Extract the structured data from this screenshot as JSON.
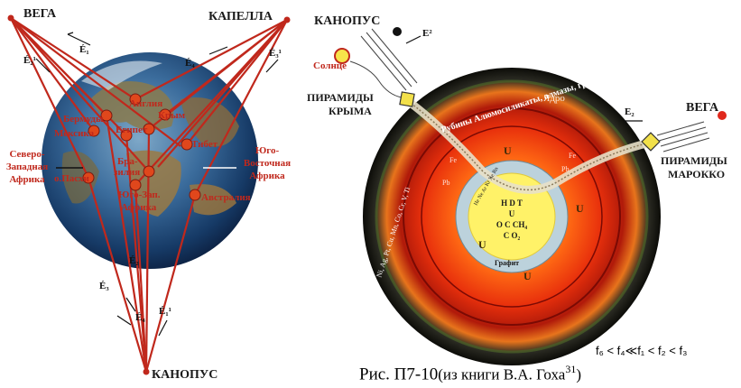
{
  "left": {
    "stars": {
      "vega": "ВЕГА",
      "capella": "КАПЕЛЛА",
      "canopus": "КАНОПУС"
    },
    "arrows": {
      "top_e1": "É₁",
      "top_e2": "É₂¹",
      "top_e4": "É₄",
      "top_e3": "É₃¹",
      "bottom_e2": "É₂",
      "bottom_e3": "É₃",
      "bottom_e4": "É₄",
      "bottom_e1": "É₁¹"
    },
    "places": [
      "Англия",
      "Бермуды",
      "Крым",
      "Мексика",
      "Египет",
      "Тибет",
      "Бра-",
      "зилия",
      "о.Пасхи",
      "Юго-Зап.",
      "Африка",
      "Австралия"
    ],
    "side_left": [
      "Северо-",
      "Западная",
      "Африка"
    ],
    "side_right": [
      "Юго-",
      "Восточная",
      "Африка"
    ]
  },
  "right": {
    "canopus": "КАНОПУС",
    "sun": "Солнце",
    "pyramids_crimea": [
      "ПИРАМИДЫ",
      "КРЫМА"
    ],
    "vega": "ВЕГА",
    "pyramids_morocco": [
      "ПИРАМИДЫ",
      "МАРОККО"
    ],
    "e2_top": "E²",
    "e2_right": "E₂",
    "core_label": "Ядро",
    "ring_text": "Рубины  Алюмосиликаты, алмазы, графит, уголь",
    "graphite": "Графит",
    "core_chem": [
      "H  D  T",
      "U",
      "O  C CH₄",
      "C O₂"
    ],
    "noble": "He Ne Ar Kr Xe Rn",
    "metals": "Ni, Ag, Pt, Cu, Mn, Co, Cr, V, Ti",
    "u_mark": "U",
    "fe_mark": "Fe",
    "pb_mark": "Pb"
  },
  "inequality": "f₆ < f₄≪f₁ < f₂ < f₃",
  "caption": {
    "main": "Рис. П7-10",
    "paren": "(из книги В.А. Гоха",
    "sup": "31",
    "close": ")"
  }
}
